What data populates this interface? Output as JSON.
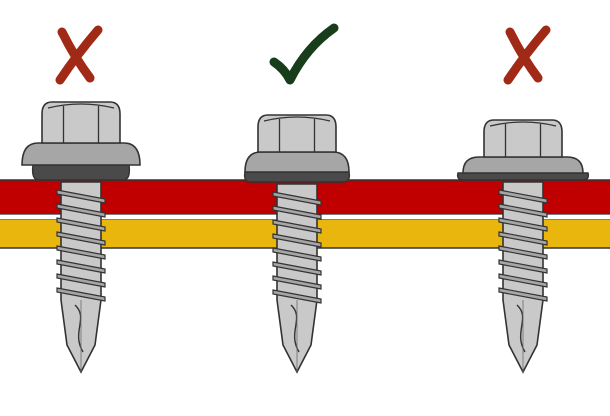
{
  "colors": {
    "background": "#ffffff",
    "red_sheet": "#c00000",
    "yellow_sheet": "#e8b60c",
    "cross": "#a12a17",
    "check": "#173d1a",
    "metal_light": "#c9c9c9",
    "metal_mid": "#a6a6a6",
    "metal_dark": "#6e6e6e",
    "outline": "#333333",
    "washer_seal": "#4a4a4a"
  },
  "screws": [
    {
      "verdict": "incorrect",
      "mark_icon": "cross-icon",
      "tightness": "under-tightened"
    },
    {
      "verdict": "correct",
      "mark_icon": "check-icon",
      "tightness": "correctly-tightened"
    },
    {
      "verdict": "incorrect",
      "mark_icon": "cross-icon",
      "tightness": "over-tightened"
    }
  ]
}
